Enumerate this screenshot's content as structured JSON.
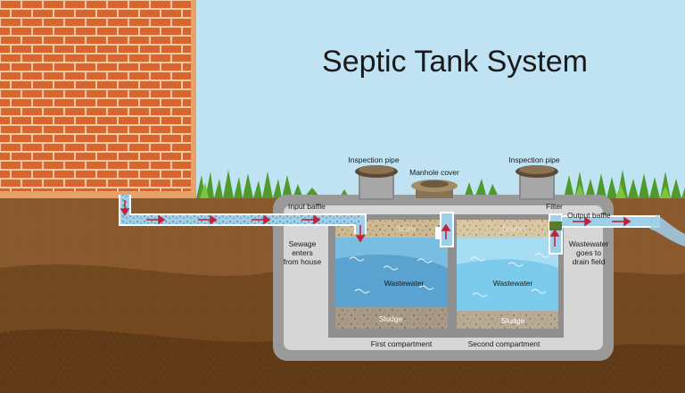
{
  "title": "Septic Tank System",
  "labels": {
    "inspection_pipe_left": "Inspection pipe",
    "inspection_pipe_right": "Inspection pipe",
    "manhole_cover": "Manhole cover",
    "input_baffle": "Input baffle",
    "filter": "Filter",
    "output_baffle": "Output baffle",
    "sewage_enters": "Sewage\nenters\nfrom house",
    "wastewater_drain": "Wastewater\ngoes to\ndrain field",
    "scum_first": "Scum",
    "scum_second": "Scum",
    "wastewater_first": "Wastewater",
    "wastewater_second": "Wastewater",
    "sludge_first": "Sludge",
    "sludge_second": "Sludge",
    "first_compartment": "First compartment",
    "second_compartment": "Second compartment"
  },
  "colors": {
    "sky": "#bfe3f2",
    "brick": "#d8642e",
    "mortar": "#f2c9a4",
    "grass": "#4f9a2a",
    "soil": "#8a5a2e",
    "tank_wall": "#9a9a9a",
    "tank_inner": "#d6d6d6",
    "wastewater": "#5aa3d0",
    "scum": "#cdb892",
    "sludge": "#a89a86",
    "pipe": "#9fd0ea",
    "arrow": "#c0233a"
  },
  "icons": [
    "brick-wall-icon",
    "grass-icon",
    "inspection-pipe-icon",
    "manhole-cover-icon",
    "flow-arrow-icon",
    "wave-icon"
  ]
}
